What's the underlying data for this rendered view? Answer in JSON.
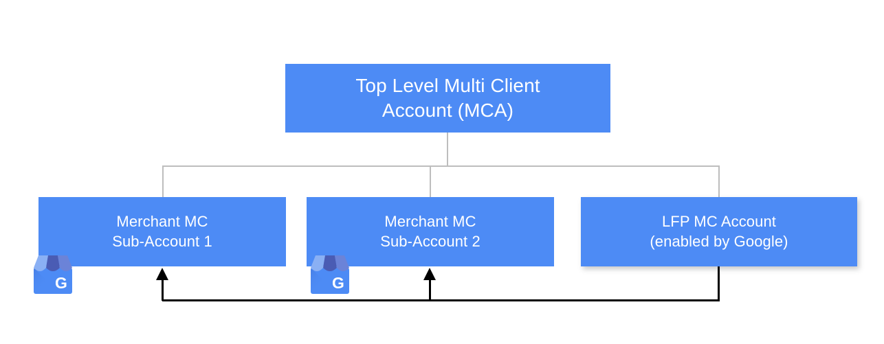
{
  "diagram": {
    "title_node": {
      "label": "Top Level Multi Client\nAccount (MCA)"
    },
    "child_nodes": [
      {
        "label": "Merchant MC\nSub-Account 1",
        "icon": "google-business-profile-icon"
      },
      {
        "label": "Merchant MC\nSub-Account 2",
        "icon": "google-business-profile-icon"
      },
      {
        "label": "LFP MC Account\n(enabled by Google)",
        "icon": ""
      }
    ],
    "colors": {
      "node_fill": "#4d8bf5",
      "node_text": "#ffffff",
      "connector": "#bdbdbd",
      "flow_arrow": "#000000",
      "background": "#ffffff",
      "icon_awning_light": "#8ab0f4",
      "icon_awning_dark": "#4a5cb4",
      "icon_body": "#4d8bf5",
      "icon_glyph": "#ffffff"
    },
    "icon_glyph_letter": "G"
  }
}
